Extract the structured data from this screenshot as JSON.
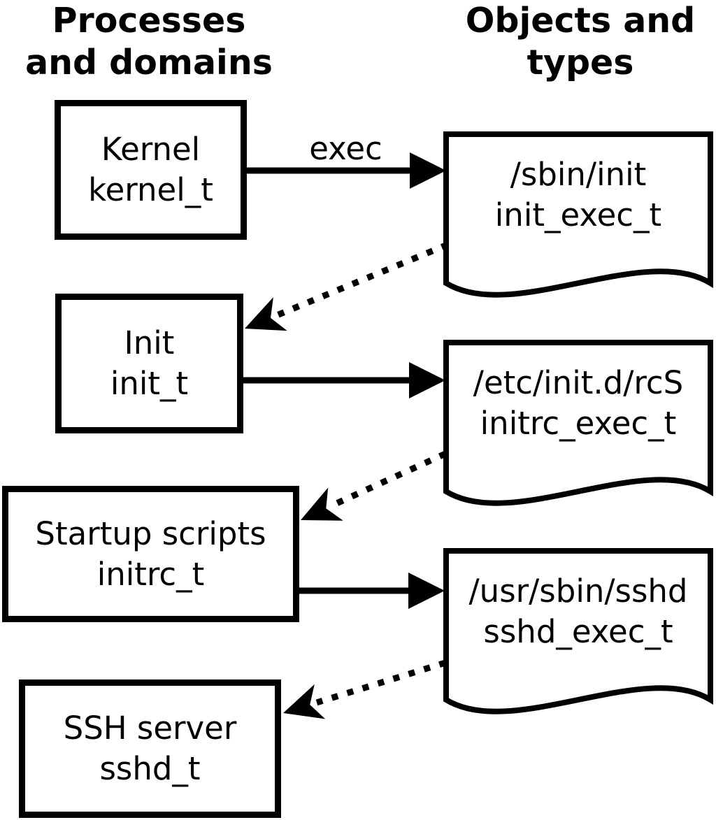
{
  "diagram": {
    "columns": {
      "left_title": "Processes\nand domains",
      "right_title": "Objects and\ntypes"
    },
    "exec_label": "exec",
    "processes": [
      {
        "name": "Kernel",
        "type": "kernel_t"
      },
      {
        "name": "Init",
        "type": "init_t"
      },
      {
        "name": "Startup scripts",
        "type": "initrc_t"
      },
      {
        "name": "SSH server",
        "type": "sshd_t"
      }
    ],
    "objects": [
      {
        "path": "/sbin/init",
        "type": "init_exec_t"
      },
      {
        "path": "/etc/init.d/rcS",
        "type": "initrc_exec_t"
      },
      {
        "path": "/usr/sbin/sshd",
        "type": "sshd_exec_t"
      }
    ],
    "colors": {
      "ink": "#000000",
      "background": "#ffffff"
    }
  }
}
